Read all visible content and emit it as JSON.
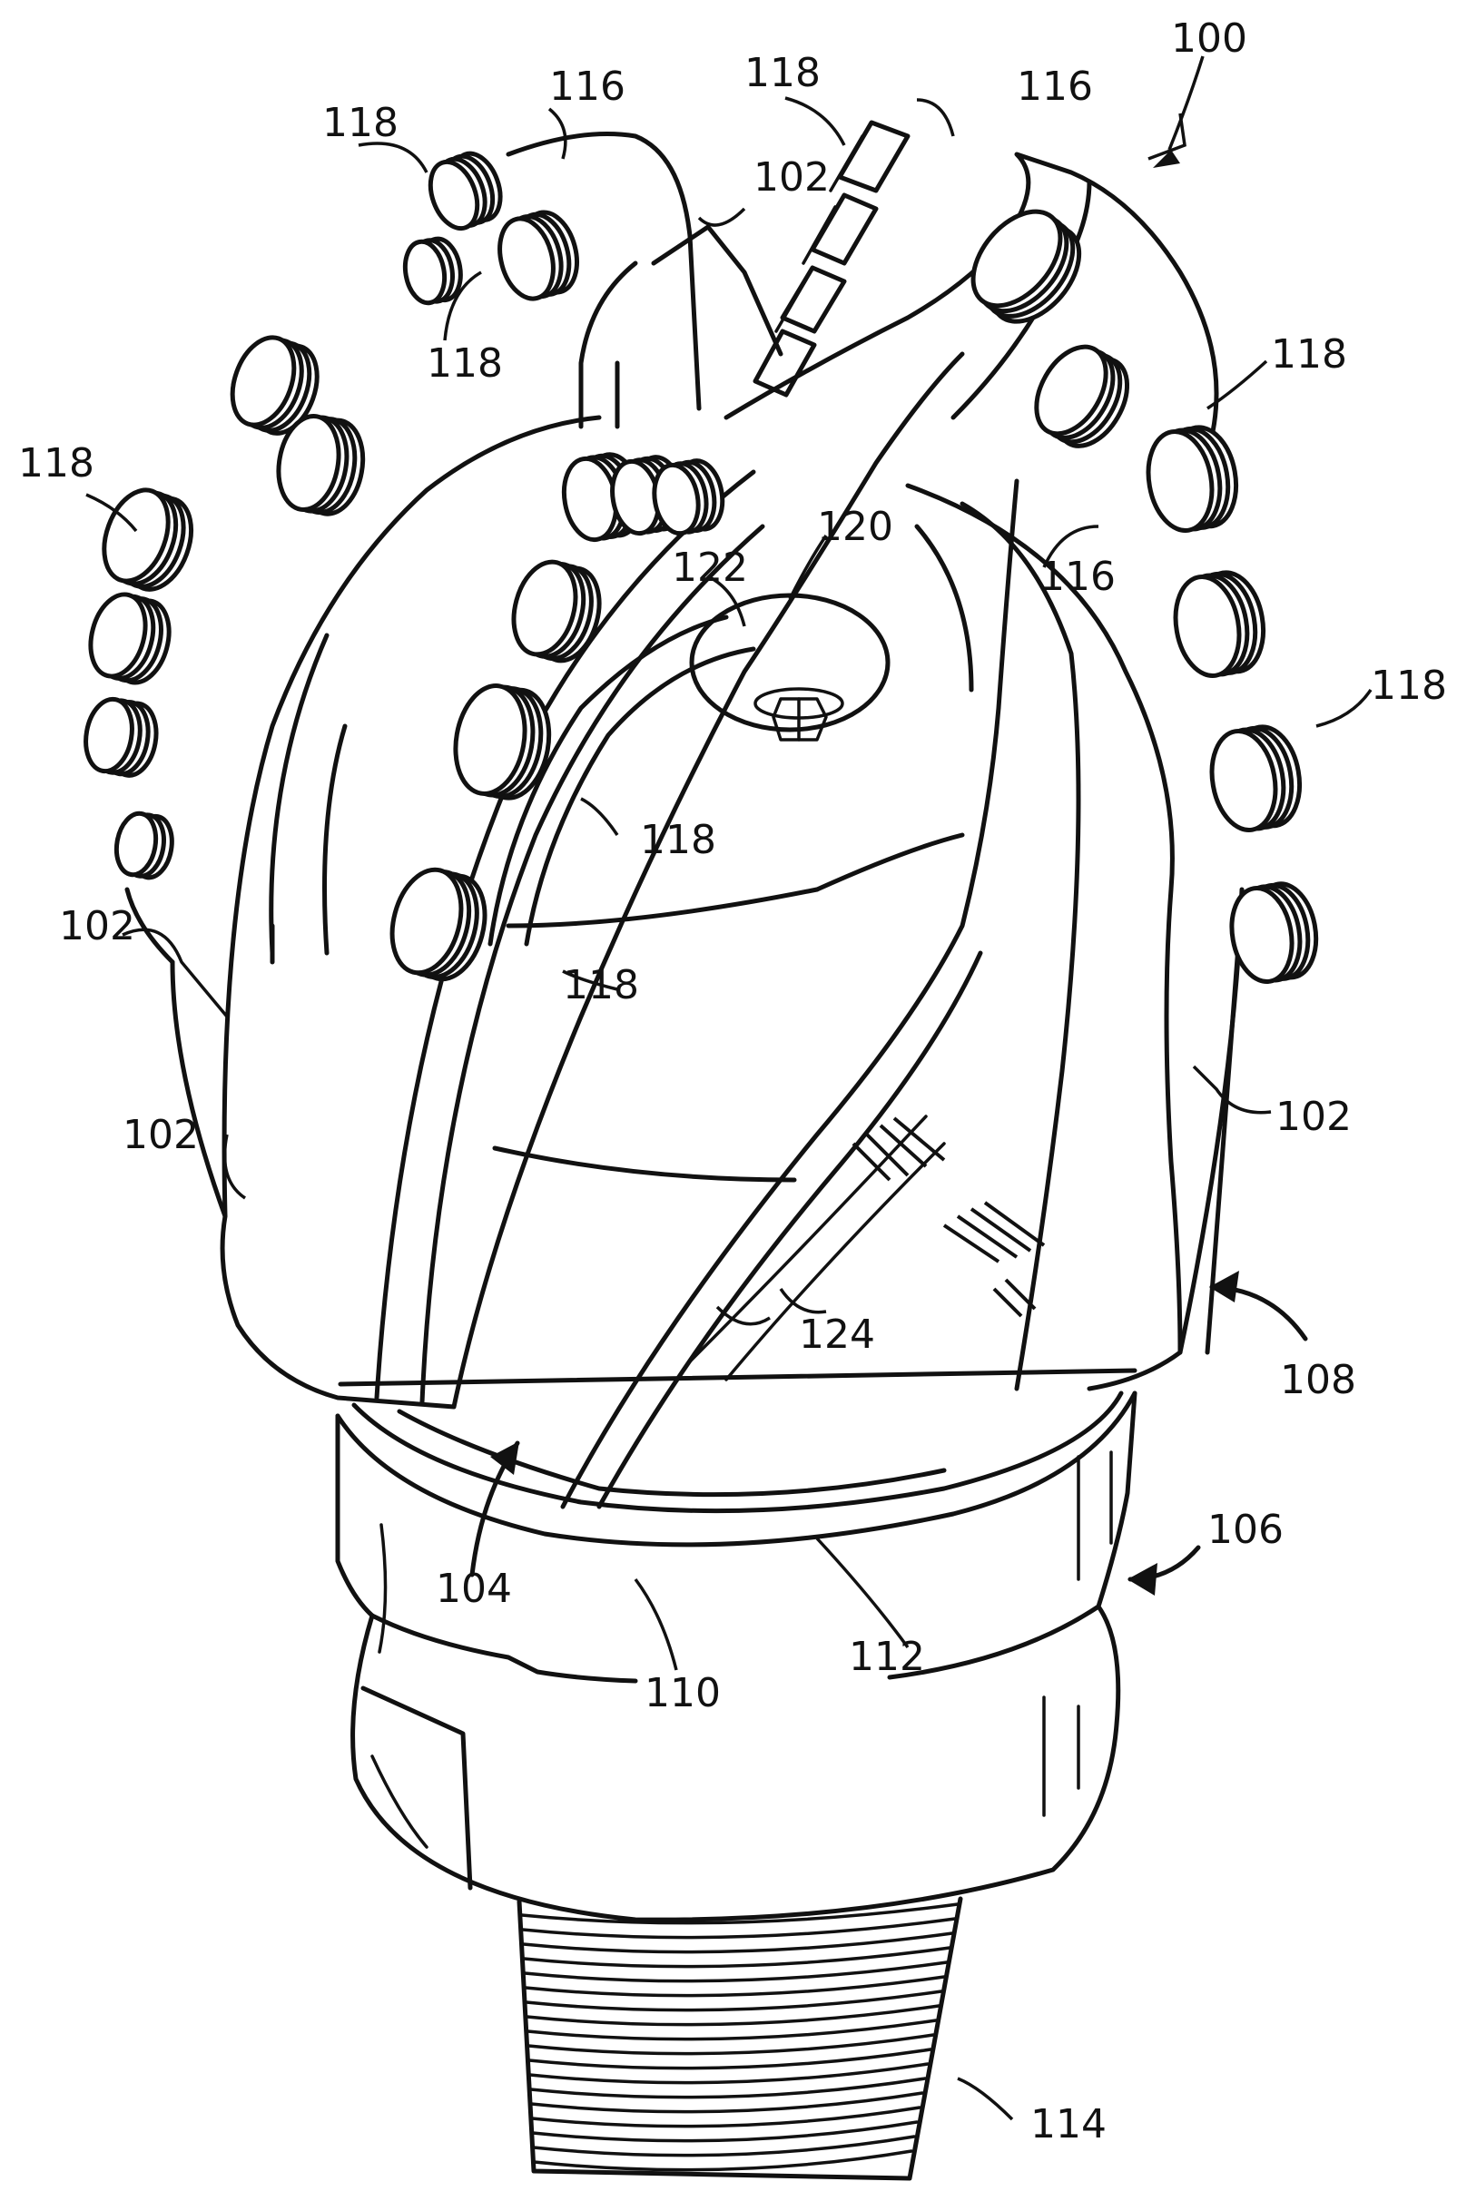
{
  "figure": {
    "labels": {
      "bit": "100",
      "blade": "102",
      "junk_slot": "104",
      "shank": "106",
      "bit_body": "108",
      "shank_seam": "110",
      "weld_groove": "112",
      "pin_connection": "114",
      "cutter_pocket": "116",
      "cutter": "118",
      "nozzle": "120",
      "nozzle_port": "122",
      "fluid_course": "124"
    }
  }
}
